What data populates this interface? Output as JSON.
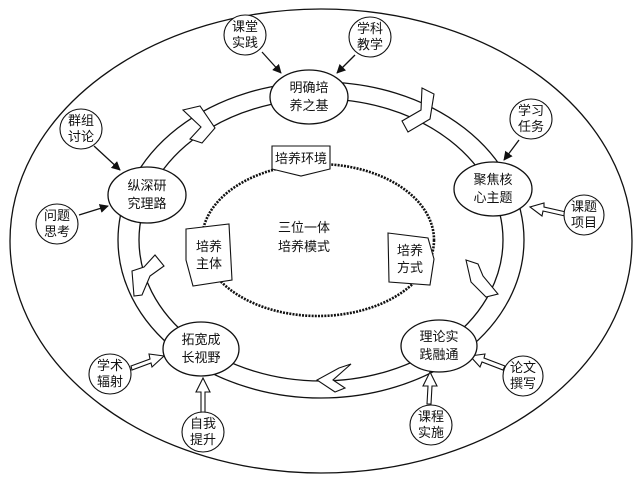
{
  "center": {
    "line1": "三位一体",
    "line2": "培养模式"
  },
  "pentagons": {
    "top": "培养环境",
    "left": [
      "培养",
      "主体"
    ],
    "right": [
      "培养",
      "方式"
    ]
  },
  "main_nodes": {
    "top": [
      "明确培",
      "养之基"
    ],
    "right": [
      "聚焦核",
      "心主题"
    ],
    "bottom_right": [
      "理论实",
      "践融通"
    ],
    "bottom_left": [
      "拓宽成",
      "长视野"
    ],
    "left": [
      "纵深研",
      "究理路"
    ]
  },
  "satellites": {
    "ketang": [
      "课堂",
      "实践"
    ],
    "xueke": [
      "学科",
      "教学"
    ],
    "xuexi": [
      "学习",
      "任务"
    ],
    "keti": [
      "课题",
      "项目"
    ],
    "lunwen": [
      "论文",
      "撰写"
    ],
    "kecheng": [
      "课程",
      "实施"
    ],
    "ziwo": [
      "自我",
      "提升"
    ],
    "xueshu": [
      "学术",
      "辐射"
    ],
    "wenti": [
      "问题",
      "思考"
    ],
    "qunzu": [
      "群组",
      "讨论"
    ]
  },
  "colors": {
    "stroke": "#111111",
    "fill": "#ffffff"
  }
}
